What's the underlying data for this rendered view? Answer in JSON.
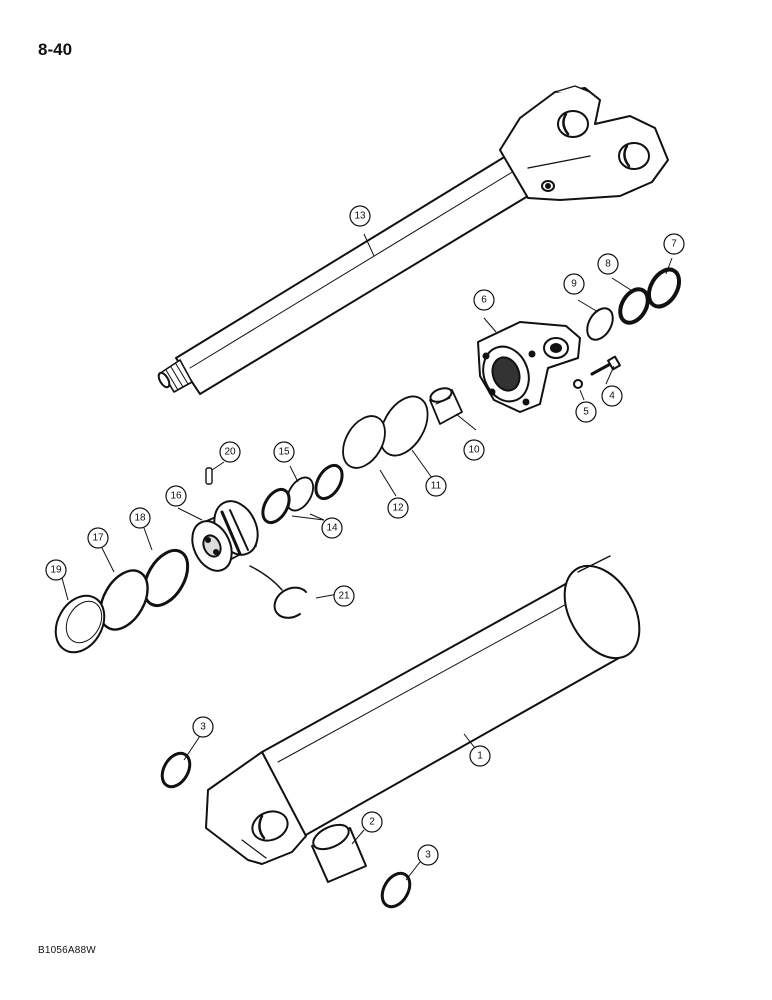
{
  "page": {
    "page_number": "8-40",
    "figure_code": "B1056A88W"
  },
  "callouts": [
    {
      "id": "c1",
      "label": "1"
    },
    {
      "id": "c2",
      "label": "2"
    },
    {
      "id": "c3a",
      "label": "3"
    },
    {
      "id": "c3b",
      "label": "3"
    },
    {
      "id": "c4",
      "label": "4"
    },
    {
      "id": "c5",
      "label": "5"
    },
    {
      "id": "c6",
      "label": "6"
    },
    {
      "id": "c7",
      "label": "7"
    },
    {
      "id": "c8",
      "label": "8"
    },
    {
      "id": "c9",
      "label": "9"
    },
    {
      "id": "c10",
      "label": "10"
    },
    {
      "id": "c11",
      "label": "11"
    },
    {
      "id": "c12",
      "label": "12"
    },
    {
      "id": "c13",
      "label": "13"
    },
    {
      "id": "c14",
      "label": "14"
    },
    {
      "id": "c15",
      "label": "15"
    },
    {
      "id": "c16",
      "label": "16"
    },
    {
      "id": "c17",
      "label": "17"
    },
    {
      "id": "c18",
      "label": "18"
    },
    {
      "id": "c19",
      "label": "19"
    },
    {
      "id": "c20",
      "label": "20"
    },
    {
      "id": "c21",
      "label": "21"
    }
  ]
}
